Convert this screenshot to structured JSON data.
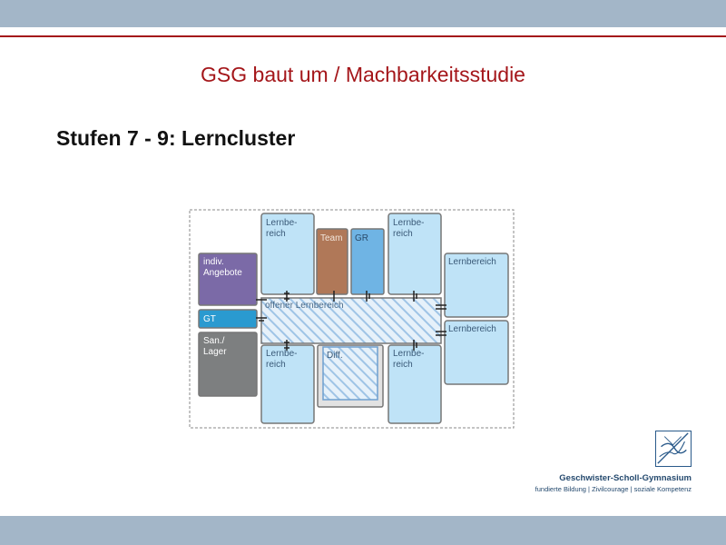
{
  "slide": {
    "title": "GSG baut um / Machbarkeitsstudie",
    "subtitle": "Stufen 7 - 9: Lerncluster"
  },
  "floorplan": {
    "rooms": {
      "lernbereich_top_left": "Lernbe-|reich",
      "team": "Team",
      "gr": "GR",
      "lernbereich_top_right": "Lernbe-|reich",
      "lernbereich_right_upper": "Lernbereich",
      "lernbereich_right_lower": "Lernbereich",
      "individuelle_angebote": "indiv.|Angebote",
      "gt": "GT",
      "san_lager": "San./|Lager",
      "offener_lernbereich": "offener Lernbereich",
      "lernbereich_bottom_left": "Lernbe-|reich",
      "diff": "Diff.",
      "lernbereich_bottom_right": "Lernbe-|reich"
    },
    "colors": {
      "lernbereich_fill": "#bfe3f7",
      "team_fill": "#b07858",
      "gr_fill": "#6fb4e4",
      "angebote_fill": "#7b6aa7",
      "gt_fill": "#2a9ad0",
      "san_fill": "#7d7f80",
      "hatch": "#9fc4e6",
      "outline": "#777777"
    }
  },
  "logo": {
    "name": "Geschwister-Scholl-Gymnasium",
    "tagline": "fundierte Bildung | Zivilcourage | soziale Kompetenz"
  }
}
